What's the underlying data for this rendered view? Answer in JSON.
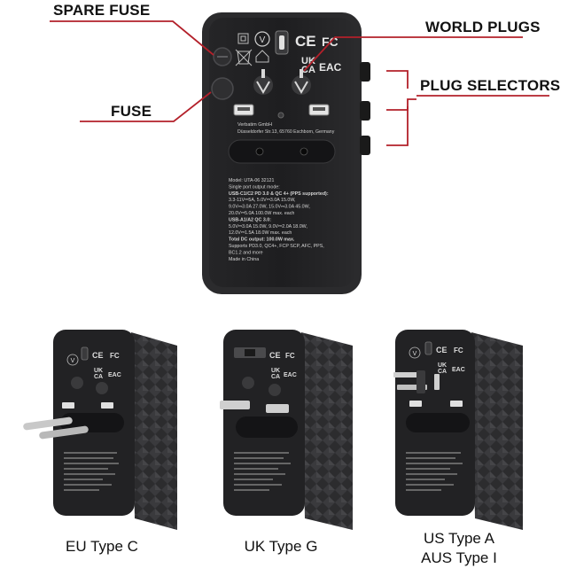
{
  "callouts": {
    "spare_fuse": "SPARE FUSE",
    "fuse": "FUSE",
    "world_plugs": "WORLD PLUGS",
    "plug_selectors": "PLUG SELECTORS"
  },
  "device": {
    "brand_mark": "V",
    "marks": {
      "ce": "CE",
      "fc": "FC",
      "ukca_1": "UK",
      "ukca_2": "CA",
      "eac": "EAC"
    },
    "manufacturer_name": "Verbatim GmbH",
    "manufacturer_address": "Düsseldorfer Str.13, 65760 Eschborn, Germany",
    "spec_lines": [
      "Model: UTA-06 32121",
      "Single port output mode:",
      "USB-C1/C2 PD 3.0 & QC 4+ (PPS supported):",
      "3.3-11V⎓5A, 5.0V⎓3.0A 15.0W,",
      "9.0V⎓3.0A 27.0W, 15.0V⎓3.0A 45.0W,",
      "20.0V⎓5.0A 100.0W max. each",
      "USB-A1/A2 QC 3.0:",
      "5.0V⎓3.0A 15.0W, 9.0V⎓2.0A 18.0W,",
      "12.0V⎓1.5A 18.0W max. each",
      "Total DC output: 100.0W max.",
      "Supports PD3.0, QC4+, FCP SCP, AFC, PPS,",
      "BC1.2 and more",
      "Made in China"
    ]
  },
  "captions": {
    "eu": "EU Type C",
    "uk": "UK Type G",
    "us_1": "US Type A",
    "us_2": "AUS Type I"
  },
  "colors": {
    "callout_line": "#b3202a",
    "device_body": "#2b2b2d",
    "device_face": "#1c1c1e",
    "text_on_device": "#d8d8d8"
  }
}
